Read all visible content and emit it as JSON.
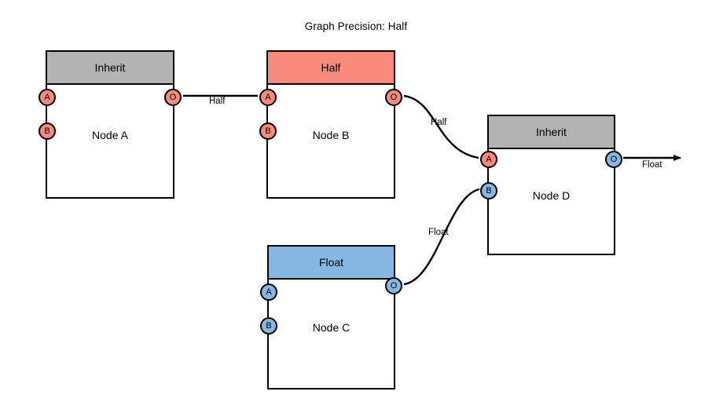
{
  "title": "Graph Precision: Half",
  "colors": {
    "inherit_header": "#b3b3b3",
    "half_header": "#fa8a7c",
    "float_header": "#85b7e2",
    "half_port": "#fa8a7c",
    "float_port": "#85b7e2",
    "stroke": "#000000",
    "background": "#ffffff"
  },
  "nodes": [
    {
      "id": "node-a",
      "header": "Inherit",
      "label": "Node A",
      "header_type": "inherit",
      "inputs": [
        {
          "name": "A",
          "type": "half"
        },
        {
          "name": "B",
          "type": "half"
        }
      ],
      "outputs": [
        {
          "name": "O",
          "type": "half"
        }
      ]
    },
    {
      "id": "node-b",
      "header": "Half",
      "label": "Node B",
      "header_type": "half",
      "inputs": [
        {
          "name": "A",
          "type": "half"
        },
        {
          "name": "B",
          "type": "half"
        }
      ],
      "outputs": [
        {
          "name": "O",
          "type": "half"
        }
      ]
    },
    {
      "id": "node-c",
      "header": "Float",
      "label": "Node C",
      "header_type": "float",
      "inputs": [
        {
          "name": "A",
          "type": "float"
        },
        {
          "name": "B",
          "type": "float"
        }
      ],
      "outputs": [
        {
          "name": "O",
          "type": "float"
        }
      ]
    },
    {
      "id": "node-d",
      "header": "Inherit",
      "label": "Node D",
      "header_type": "inherit",
      "inputs": [
        {
          "name": "A",
          "type": "half"
        },
        {
          "name": "B",
          "type": "float"
        }
      ],
      "outputs": [
        {
          "name": "O",
          "type": "float"
        }
      ]
    }
  ],
  "edges": [
    {
      "from": "node-a.O",
      "to": "node-b.A",
      "label": "Half"
    },
    {
      "from": "node-b.O",
      "to": "node-d.A",
      "label": "Half"
    },
    {
      "from": "node-c.O",
      "to": "node-d.B",
      "label": "Float"
    },
    {
      "from": "node-d.O",
      "to": "graph-output",
      "label": "Float"
    }
  ]
}
